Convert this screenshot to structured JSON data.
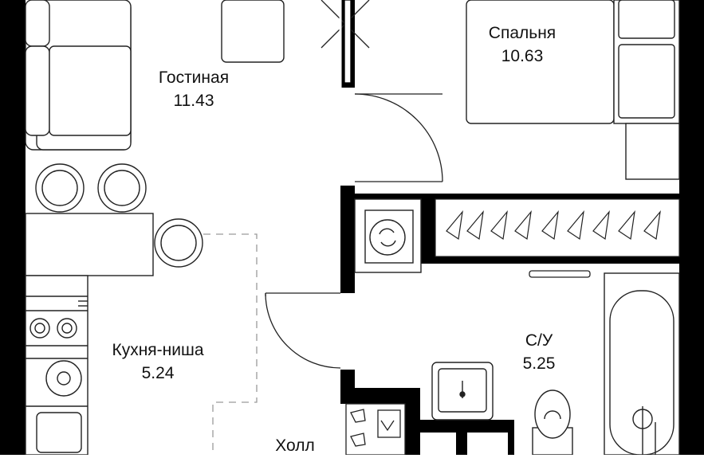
{
  "rooms": {
    "living": {
      "name": "Гостиная",
      "area": "11.43"
    },
    "bedroom": {
      "name": "Спальня",
      "area": "10.63"
    },
    "kitchen": {
      "name": "Кухня-ниша",
      "area": "5.24"
    },
    "bathroom": {
      "name": "С/У",
      "area": "5.25"
    },
    "hall": {
      "name": "Холл"
    }
  },
  "colors": {
    "wall": "#000000",
    "line": "#222222",
    "dashed": "#9a9a9a",
    "background": "#ffffff"
  }
}
